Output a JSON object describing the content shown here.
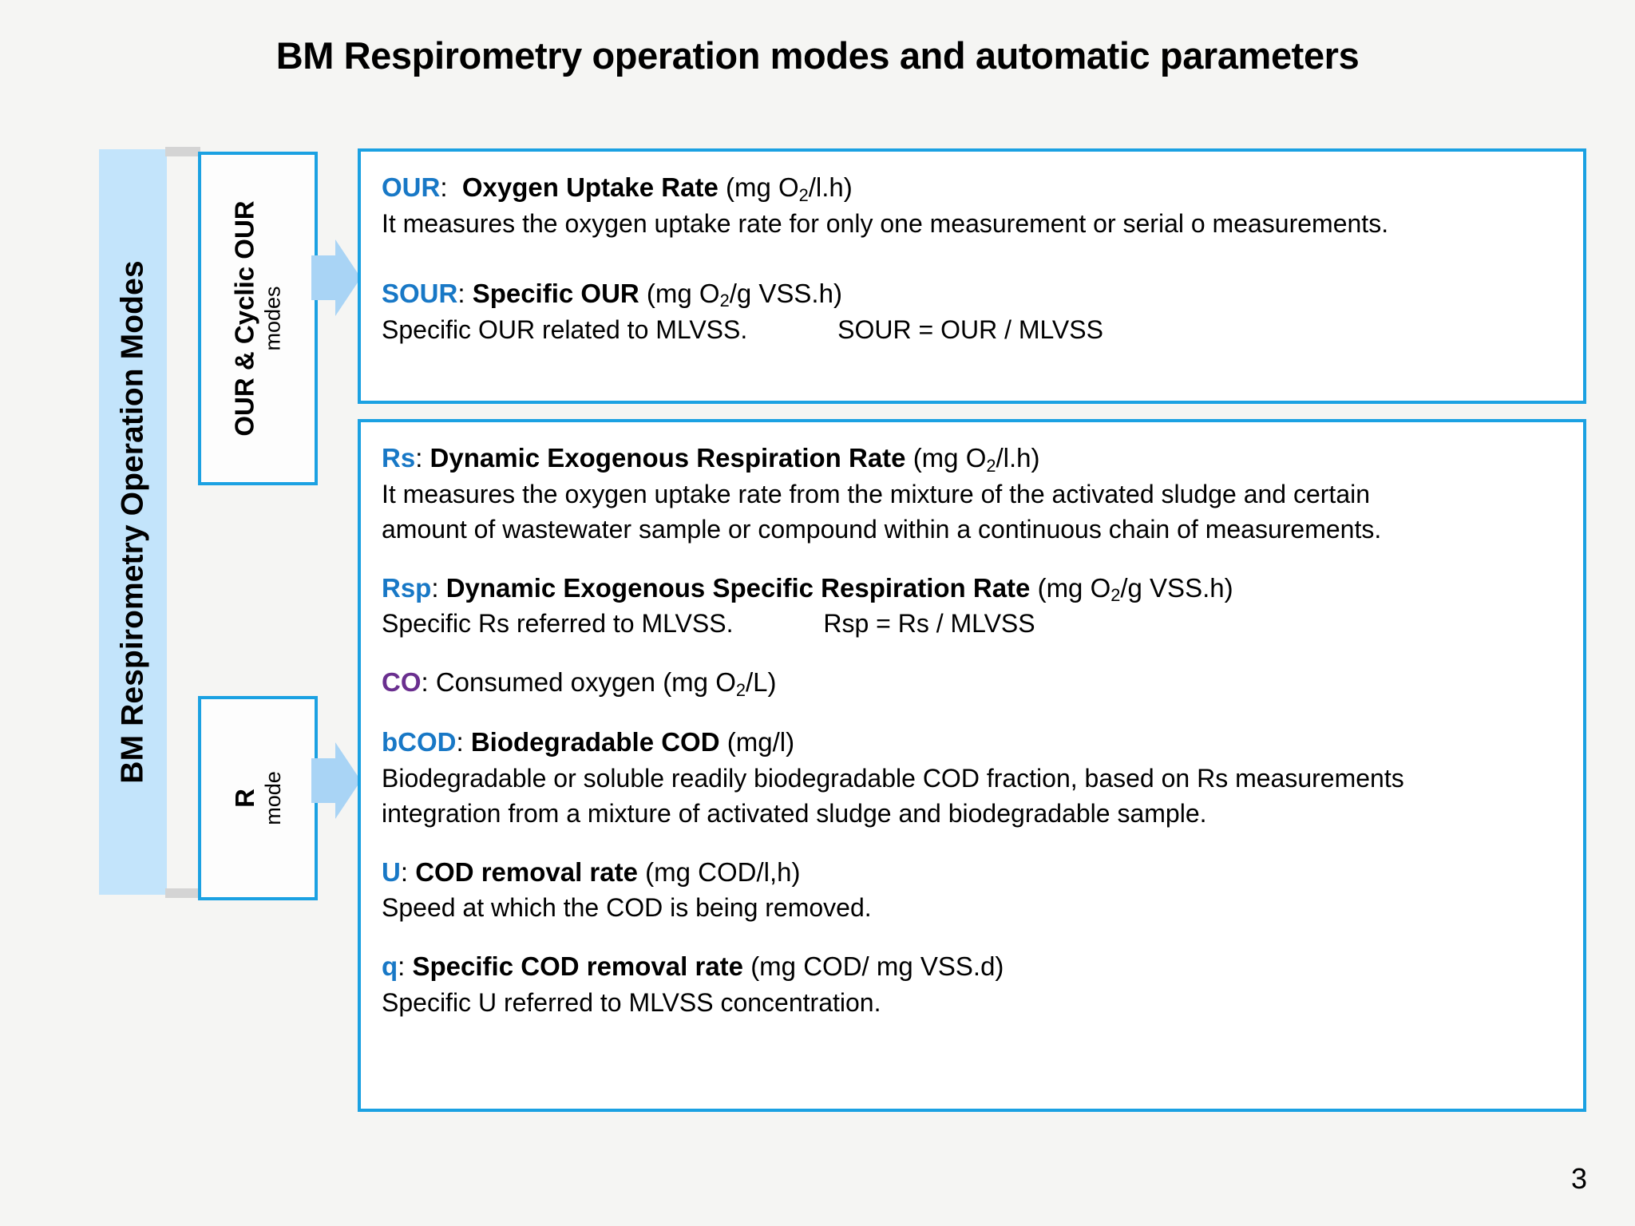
{
  "slide": {
    "title": "BM Respirometry operation modes and automatic parameters",
    "page_number": "3",
    "accent_color": "#1ba1e2",
    "banner_color": "#c3e4fb",
    "abbr_blue": "#1878c6",
    "abbr_purple": "#6a2f8f"
  },
  "banner": {
    "label": "BM Respirometry Operation Modes"
  },
  "modes": [
    {
      "name": "OUR & Cyclic OUR",
      "sub": "modes"
    },
    {
      "name": "R",
      "sub": "mode"
    }
  ],
  "boxes": [
    {
      "id": "our-box",
      "entries": [
        {
          "abbr": "OUR",
          "abbr_color": "blue",
          "sep": ":",
          "term": "Oxygen Uptake Rate",
          "units_pre": "(mg O",
          "units_sub": "2",
          "units_post": "/l.h)",
          "desc": "It measures the oxygen uptake rate for only one measurement or serial o measurements.",
          "desc2": "",
          "formula": ""
        },
        {
          "abbr": "SOUR",
          "abbr_color": "blue",
          "sep": ":",
          "term": "Specific OUR",
          "units_pre": "(mg O",
          "units_sub": "2",
          "units_post": "/g VSS.h)",
          "desc": "Specific OUR related to MLVSS.",
          "desc2": "",
          "formula": "SOUR = OUR / MLVSS"
        }
      ]
    },
    {
      "id": "r-box",
      "entries": [
        {
          "abbr": "Rs",
          "abbr_color": "blue",
          "sep": ":",
          "term": "Dynamic Exogenous Respiration Rate",
          "units_pre": "(mg O",
          "units_sub": "2",
          "units_post": "/l.h)",
          "desc": "It measures the oxygen uptake rate from the mixture of the activated sludge and certain",
          "desc2": "amount of wastewater sample or compound within a continuous chain of measurements.",
          "formula": ""
        },
        {
          "abbr": "Rsp",
          "abbr_color": "blue",
          "sep": ":",
          "term": "Dynamic Exogenous Specific Respiration Rate",
          "units_pre": "(mg O",
          "units_sub": "2",
          "units_post": "/g VSS.h)",
          "desc": "Specific Rs referred to MLVSS.",
          "desc2": "",
          "formula": "Rsp = Rs / MLVSS"
        },
        {
          "abbr": "CO",
          "abbr_color": "purple",
          "sep": ":",
          "term": "Consumed oxygen",
          "term_bold": false,
          "units_pre": "(mg O",
          "units_sub": "2",
          "units_post": "/L)",
          "desc": "",
          "desc2": "",
          "formula": ""
        },
        {
          "abbr": "bCOD",
          "abbr_color": "blue",
          "sep": ":",
          "term": "Biodegradable COD",
          "units_pre": "(mg/l)",
          "units_sub": "",
          "units_post": "",
          "desc": "Biodegradable  or soluble readily biodegradable COD fraction, based on Rs measurements",
          "desc2": "integration from a mixture of activated sludge and biodegradable sample.",
          "formula": ""
        },
        {
          "abbr": "U",
          "abbr_color": "blue",
          "sep": ":",
          "term": "COD removal rate",
          "units_pre": "(mg COD/l,h)",
          "units_sub": "",
          "units_post": "",
          "desc": "Speed at which the COD is being removed.",
          "desc2": "",
          "formula": ""
        },
        {
          "abbr": "q",
          "abbr_color": "blue",
          "sep": ":",
          "term": "Specific COD removal rate",
          "units_pre": "(mg COD/ mg VSS.d)",
          "units_sub": "",
          "units_post": "",
          "desc": "Specific U referred to MLVSS concentration.",
          "desc2": "",
          "formula": ""
        }
      ]
    }
  ]
}
